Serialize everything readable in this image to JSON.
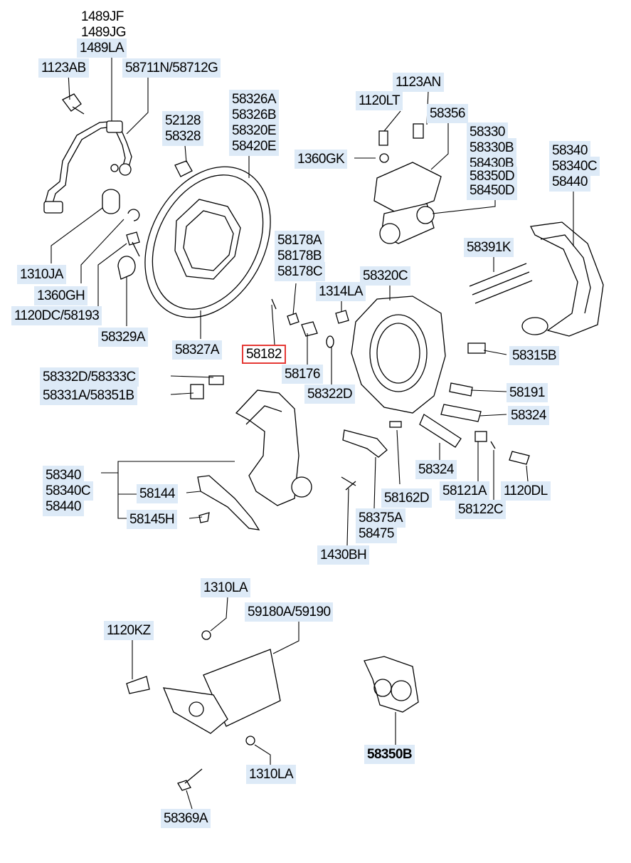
{
  "labels": {
    "p1489JF": "1489JF",
    "p1489JG": "1489JG",
    "p1489LA": "1489LA",
    "p1123AB": "1123AB",
    "p58711N": "58711N/58712G",
    "p52128": "52128",
    "p58328": "58328",
    "p58326A": "58326A",
    "p58326B": "58326B",
    "p58320E": "58320E",
    "p58420E": "58420E",
    "p1123AN": "1123AN",
    "p1120LT": "1120LT",
    "p58356": "58356",
    "p58330": "58330",
    "p58330B": "58330B",
    "p58430B": "58430B",
    "p58350D": "58350D",
    "p58450D": "58450D",
    "p1360GK": "1360GK",
    "p58340_r": "58340",
    "p58340C_r": "58340C",
    "p58440_r": "58440",
    "p58178A": "58178A",
    "p58178B": "58178B",
    "p58178C": "58178C",
    "p58391K": "58391K",
    "p58320C": "58320C",
    "p1314LA": "1314LA",
    "p1310JA": "1310JA",
    "p1360GH": "1360GH",
    "p1120DC": "1120DC/58193",
    "p58329A": "58329A",
    "p58327A": "58327A",
    "p58182": "58182",
    "p58176": "58176",
    "p58322D": "58322D",
    "p58315B": "58315B",
    "p58332D": "58332D/58333C",
    "p58331A": "58331A/58351B",
    "p58191": "58191",
    "p58324a": "58324",
    "p58324b": "58324",
    "p58340_l": "58340",
    "p58340C_l": "58340C",
    "p58440_l": "58440",
    "p58144": "58144",
    "p58145H": "58145H",
    "p58162D": "58162D",
    "p58121A": "58121A",
    "p1120DL": "1120DL",
    "p58122C": "58122C",
    "p58375A": "58375A",
    "p58475": "58475",
    "p1430BH": "1430BH",
    "p1310LA_a": "1310LA",
    "p59180A": "59180A/59190",
    "p1120KZ": "1120KZ",
    "p1310LA_b": "1310LA",
    "p58369A": "58369A",
    "p58350B": "58350B"
  },
  "colors": {
    "label_bg": "#ddeaf7",
    "highlight_border": "#e53935",
    "line": "#000000"
  }
}
